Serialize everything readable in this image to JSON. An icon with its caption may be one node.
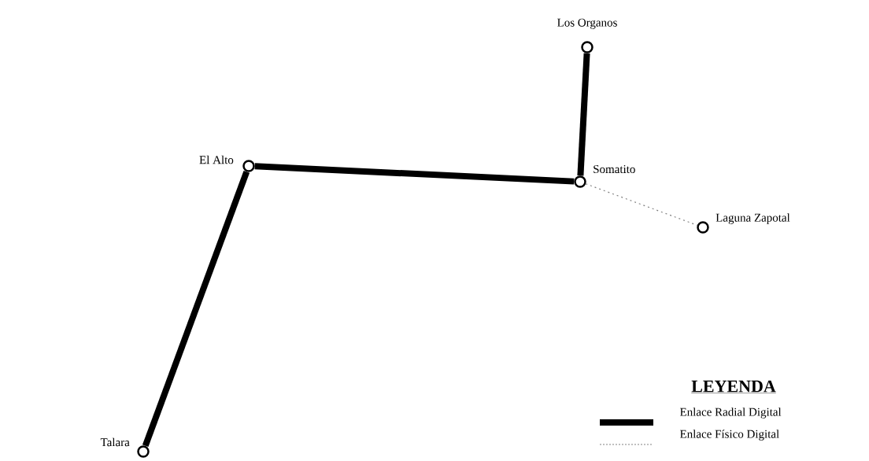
{
  "diagram": {
    "nodes": [
      {
        "text": [],
        "shape": "circle",
        "beside": [
          "Los Organos"
        ]
      },
      {
        "text": [],
        "shape": "circle",
        "beside": [
          "El Alto"
        ]
      },
      {
        "text": [],
        "shape": "circle",
        "beside": [
          "Somatito"
        ]
      },
      {
        "text": [],
        "shape": "circle",
        "beside": [
          "Laguna Zapotal"
        ]
      },
      {
        "text": [],
        "shape": "circle",
        "beside": [
          "Talara"
        ]
      }
    ],
    "edges": [
      {
        "from": 1,
        "to": 2,
        "arrow": "none"
      },
      {
        "from": 2,
        "to": 0,
        "arrow": "none"
      },
      {
        "from": 1,
        "to": 4,
        "arrow": "none"
      },
      {
        "from": 2,
        "to": 3,
        "arrow": "none",
        "style": "dashed",
        "color": "#808080"
      }
    ],
    "labels": [
      "LEYENDA"
    ],
    "legend": [
      {
        "text": "Enlace Radial Digital"
      },
      {
        "text": "Enlace Físico Digital"
      }
    ]
  }
}
